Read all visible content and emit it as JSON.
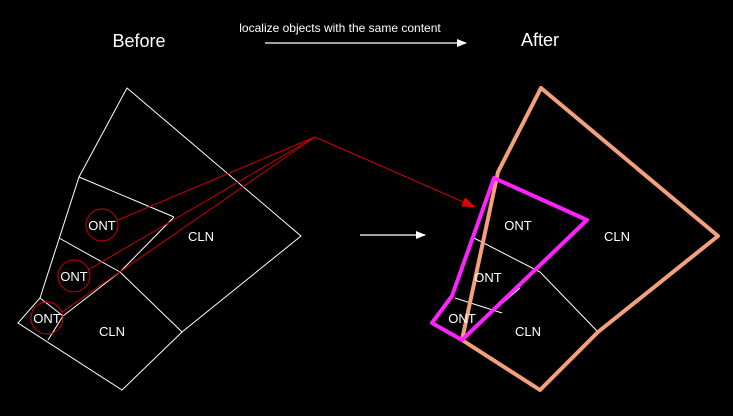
{
  "headings": {
    "before": "Before",
    "after": "After"
  },
  "caption": "localize objects with the same content",
  "before_labels": {
    "ont_top": "ONT",
    "ont_mid": "ONT",
    "ont_bot": "ONT",
    "cln_upper": "CLN",
    "cln_lower": "CLN"
  },
  "after_labels": {
    "ont_top": "ONT",
    "ont_mid": "ONT",
    "ont_bot": "ONT",
    "cln_upper": "CLN",
    "cln_lower": "CLN"
  },
  "colors": {
    "background": "#000000",
    "lines": "#ffffff",
    "selection_circle": "#cc0000",
    "selection_arrow": "#dd0000",
    "result_outline": "#ff22ff",
    "outer_outline": "#f4a07a"
  }
}
